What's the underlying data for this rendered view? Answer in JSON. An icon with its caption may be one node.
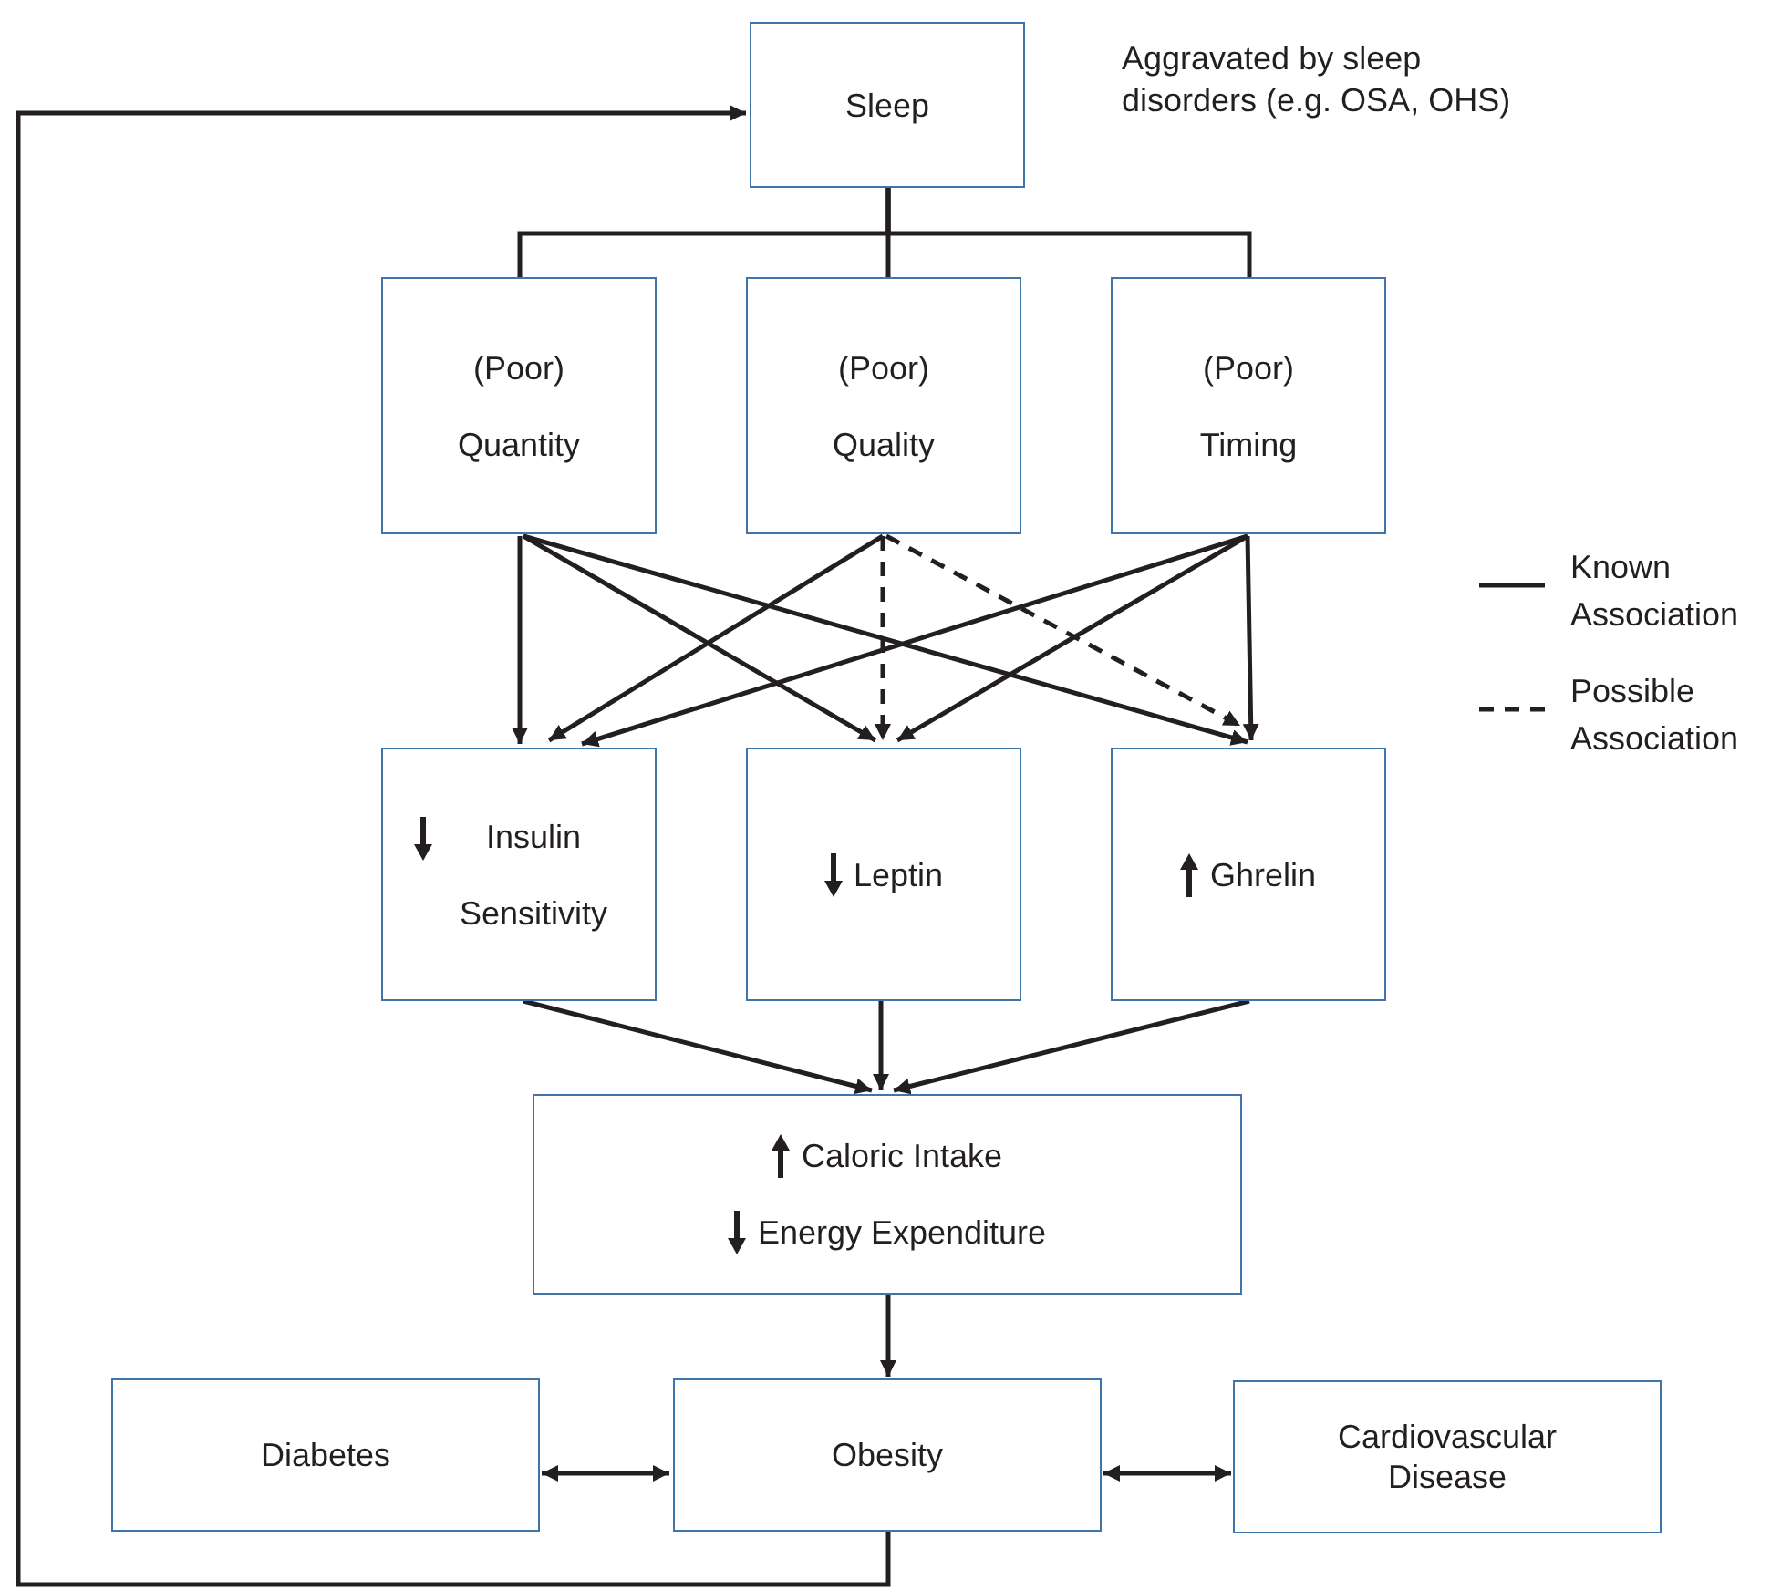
{
  "diagram": {
    "nodes": [
      {
        "text": [
          "Sleep"
        ],
        "beside": [
          "Aggravated by sleep disorders (e.g. OSA, OHS)"
        ]
      },
      {
        "text": [
          "(Poor)",
          "Quantity"
        ]
      },
      {
        "text": [
          "(Poor)",
          "Quality"
        ]
      },
      {
        "text": [
          "(Poor)",
          "Timing"
        ]
      },
      {
        "text": [
          "Insulin Sensitivity"
        ]
      },
      {
        "text": [
          "Leptin"
        ]
      },
      {
        "text": [
          "Ghrelin"
        ]
      },
      {
        "text": [
          "Caloric Intake",
          "Energy Expenditure"
        ]
      },
      {
        "text": [
          "Diabetes"
        ]
      },
      {
        "text": [
          "Obesity"
        ]
      },
      {
        "text": [
          "Cardiovascular Disease"
        ]
      }
    ],
    "edges": [
      {
        "from": 0,
        "to": 1,
        "arrow": "none"
      },
      {
        "from": 0,
        "to": 2,
        "arrow": "none"
      },
      {
        "from": 0,
        "to": 3,
        "arrow": "none"
      },
      {
        "from": 1,
        "to": 4,
        "arrow": "to"
      },
      {
        "from": 1,
        "to": 5,
        "arrow": "to"
      },
      {
        "from": 1,
        "to": 6,
        "arrow": "to"
      },
      {
        "from": 2,
        "to": 4,
        "arrow": "to"
      },
      {
        "from": 2,
        "to": 5,
        "arrow": "to",
        "style": "dashed"
      },
      {
        "from": 2,
        "to": 6,
        "arrow": "to",
        "style": "dashed"
      },
      {
        "from": 3,
        "to": 4,
        "arrow": "to"
      },
      {
        "from": 3,
        "to": 5,
        "arrow": "to"
      },
      {
        "from": 3,
        "to": 6,
        "arrow": "to"
      },
      {
        "from": 4,
        "to": 7,
        "arrow": "to"
      },
      {
        "from": 5,
        "to": 7,
        "arrow": "to"
      },
      {
        "from": 6,
        "to": 7,
        "arrow": "to"
      },
      {
        "from": 7,
        "to": 9,
        "arrow": "to"
      },
      {
        "from": 8,
        "to": 9,
        "arrow": "both"
      },
      {
        "from": 9,
        "to": 10,
        "arrow": "both"
      },
      {
        "from": 9,
        "to": 0,
        "arrow": "to"
      }
    ],
    "legend": [
      {
        "text": "Known Association"
      },
      {
        "text": "Possible Association"
      }
    ]
  }
}
